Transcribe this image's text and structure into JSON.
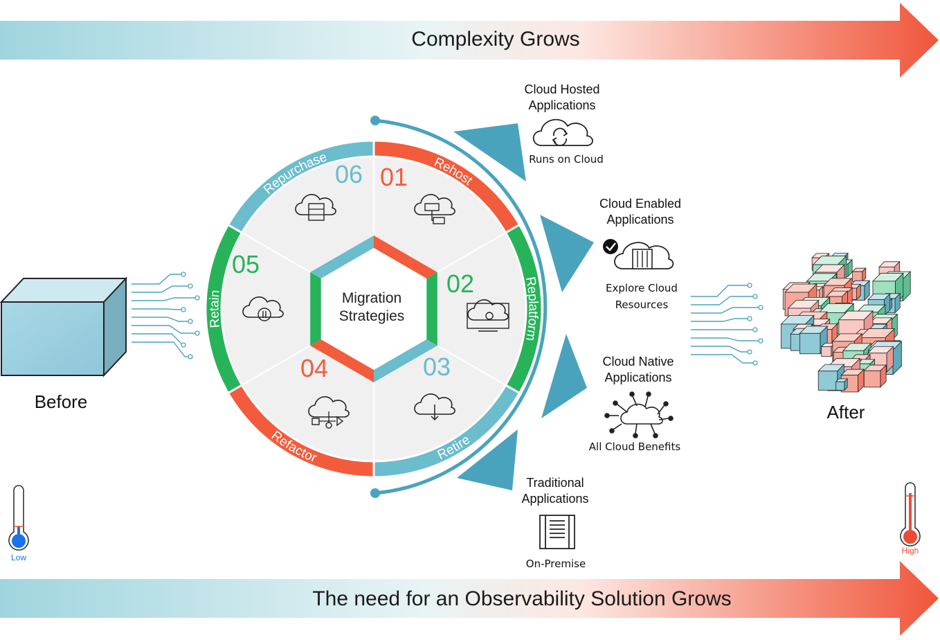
{
  "banners": {
    "top": "Complexity Grows",
    "bottom": "The need for an Observability Solution Grows"
  },
  "before": {
    "label": "Before"
  },
  "after": {
    "label": "After"
  },
  "thermometers": {
    "low": "Low",
    "high": "High"
  },
  "wheel": {
    "center": [
      "Migration",
      "Strategies"
    ],
    "segments": [
      {
        "number": "01",
        "label": "Rehost",
        "color": "#f25c3c",
        "icon": "cloud-server-icon"
      },
      {
        "number": "02",
        "label": "Replatform",
        "color": "#27b35a",
        "icon": "cloud-gear-monitor-icon"
      },
      {
        "number": "03",
        "label": "Retire",
        "color": "#6bbccc",
        "icon": "cloud-download-icon"
      },
      {
        "number": "04",
        "label": "Refactor",
        "color": "#f25c3c",
        "icon": "cloud-flow-icon"
      },
      {
        "number": "05",
        "label": "Retain",
        "color": "#27b35a",
        "icon": "cloud-database-icon"
      },
      {
        "number": "06",
        "label": "Repurchase",
        "color": "#6bbccc",
        "icon": "cloud-storage-icon"
      }
    ]
  },
  "levels": [
    {
      "title": [
        "Cloud Hosted",
        "Applications"
      ],
      "caption": "Runs on Cloud",
      "icon": "cloud-sync-icon"
    },
    {
      "title": [
        "Cloud Enabled",
        "Applications"
      ],
      "caption": [
        "Explore Cloud",
        "Resources"
      ],
      "icon": "cloud-check-server-icon"
    },
    {
      "title": [
        "Cloud Native",
        "Applications"
      ],
      "caption": "All Cloud Benefits",
      "icon": "cloud-network-icon"
    },
    {
      "title": [
        "Traditional",
        "Applications"
      ],
      "caption": "On-Premise",
      "icon": "server-rack-icon"
    }
  ],
  "colors": {
    "teal": "#6bbccc",
    "arrowTeal": "#4aa3bd",
    "red": "#f25c3c",
    "green": "#27b35a",
    "thermoBlue": "#1a73e8",
    "thermoRed": "#ea4c35"
  }
}
